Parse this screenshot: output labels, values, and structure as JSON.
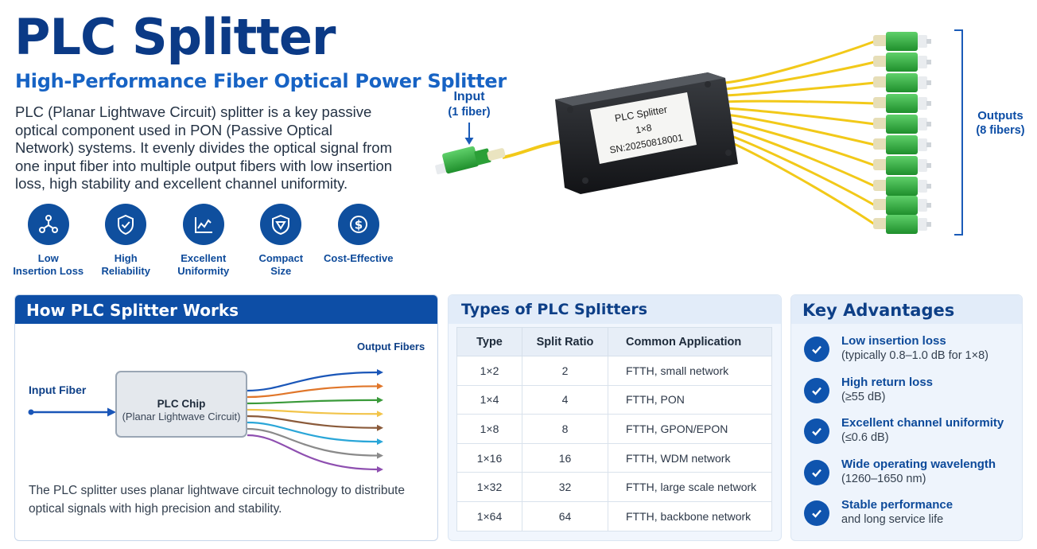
{
  "header": {
    "title": "PLC Splitter",
    "subtitle": "High-Performance Fiber Optical Power Splitter",
    "description": "PLC (Planar Lightwave Circuit) splitter is a key passive optical component used in PON (Passive Optical Network) systems. It evenly divides the optical signal from one input fiber into multiple output fibers with low insertion loss, high stability and excellent channel uniformity."
  },
  "features": [
    {
      "icon": "network-nodes-icon",
      "line1": "Low",
      "line2": "Insertion Loss"
    },
    {
      "icon": "shield-check-icon",
      "line1": "High",
      "line2": "Reliability"
    },
    {
      "icon": "chart-line-icon",
      "line1": "Excellent",
      "line2": "Uniformity"
    },
    {
      "icon": "compact-shield-icon",
      "line1": "Compact",
      "line2": "Size"
    },
    {
      "icon": "dollar-coin-icon",
      "line1": "Cost-Effective",
      "line2": ""
    }
  ],
  "product": {
    "input_label": "Input",
    "input_sub": "(1 fiber)",
    "output_label": "Outputs",
    "output_sub": "(8 fibers)",
    "box_line1": "PLC Splitter",
    "box_line2": "1×8",
    "box_line3": "SN:20250818001"
  },
  "works": {
    "heading": "How PLC Splitter Works",
    "input_label": "Input Fiber",
    "output_label": "Output Fibers",
    "chip_title": "PLC Chip",
    "chip_sub": "(Planar Lightwave Circuit)",
    "note": "The PLC splitter uses planar lightwave circuit technology to distribute optical signals with high precision and stability.",
    "fiber_colors": [
      "#1a56b8",
      "#e0762a",
      "#3a9a3a",
      "#f2c44a",
      "#8a5a3a",
      "#2aa6d8",
      "#8a8a8a",
      "#8e4fb0"
    ]
  },
  "types": {
    "heading": "Types of PLC Splitters",
    "columns": [
      "Type",
      "Split Ratio",
      "Common Application"
    ],
    "rows": [
      [
        "1×2",
        "2",
        "FTTH, small network"
      ],
      [
        "1×4",
        "4",
        "FTTH, PON"
      ],
      [
        "1×8",
        "8",
        "FTTH, GPON/EPON"
      ],
      [
        "1×16",
        "16",
        "FTTH, WDM network"
      ],
      [
        "1×32",
        "32",
        "FTTH, large scale network"
      ],
      [
        "1×64",
        "64",
        "FTTH, backbone network"
      ]
    ]
  },
  "advantages": {
    "heading": "Key Advantages",
    "items": [
      {
        "title": "Low insertion loss",
        "detail": "(typically 0.8–1.0 dB for 1×8)"
      },
      {
        "title": "High return loss",
        "detail": "(≥55 dB)"
      },
      {
        "title": "Excellent channel uniformity",
        "detail": "(≤0.6 dB)"
      },
      {
        "title": "Wide operating wavelength",
        "detail": "(1260–1650 nm)"
      },
      {
        "title": "Stable performance",
        "detail": "and long service life"
      }
    ]
  },
  "colors": {
    "brand_dark": "#0b3a86",
    "brand": "#0d4ea6",
    "fiber_yellow": "#f2c919",
    "connector_green": "#2fae3c"
  }
}
